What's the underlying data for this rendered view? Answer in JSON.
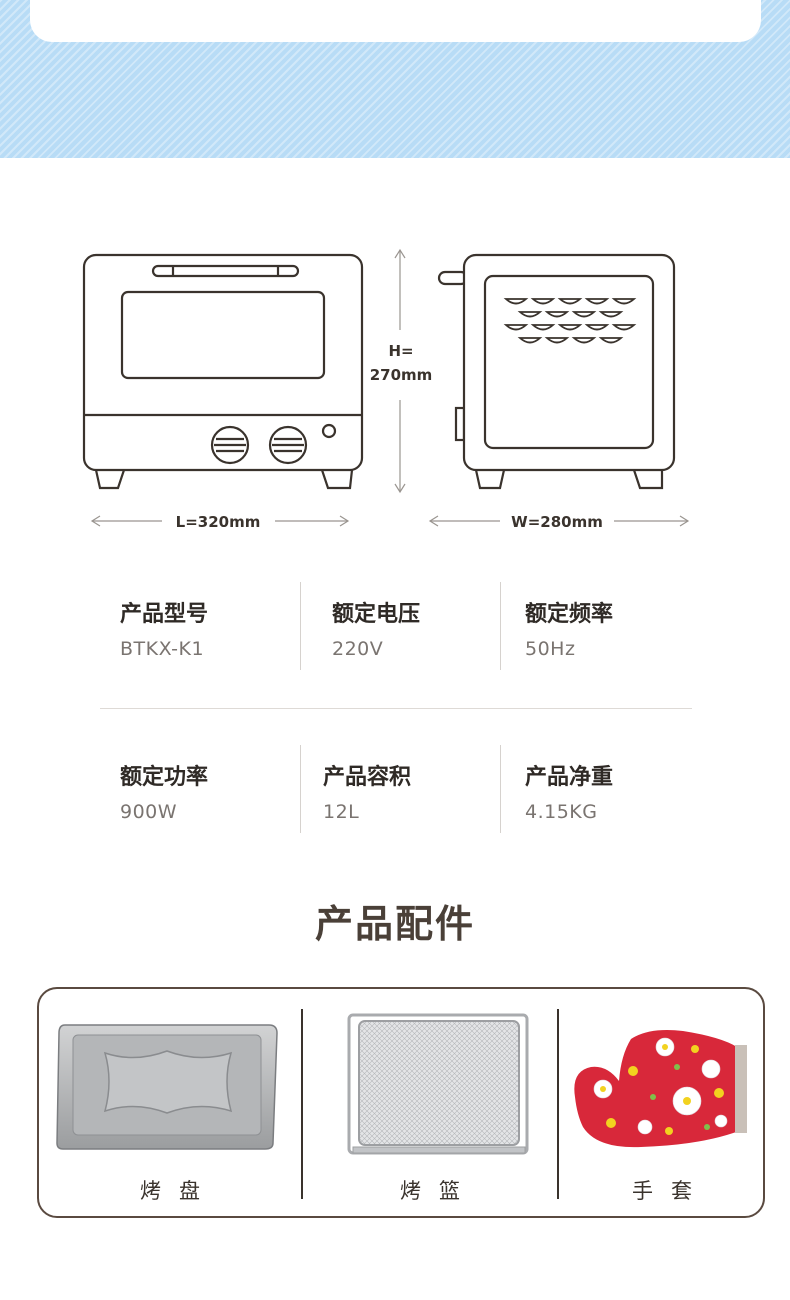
{
  "dimensions": {
    "height_label_line1": "H=",
    "height_label_line2": "270mm",
    "length_label": "L=320mm",
    "width_label": "W=280mm"
  },
  "specs": [
    {
      "label": "产品型号",
      "value": "BTKX-K1"
    },
    {
      "label": "额定电压",
      "value": "220V"
    },
    {
      "label": "额定频率",
      "value": "50Hz"
    },
    {
      "label": "额定功率",
      "value": "900W"
    },
    {
      "label": "产品容积",
      "value": "12L"
    },
    {
      "label": "产品净重",
      "value": "4.15KG"
    }
  ],
  "accessories": {
    "title": "产品配件",
    "items": [
      {
        "label": "烤盘"
      },
      {
        "label": "烤篮"
      },
      {
        "label": "手套"
      }
    ]
  },
  "colors": {
    "band": "#b8dcf6",
    "line": "#3a332d",
    "glove": "#d8283a"
  }
}
